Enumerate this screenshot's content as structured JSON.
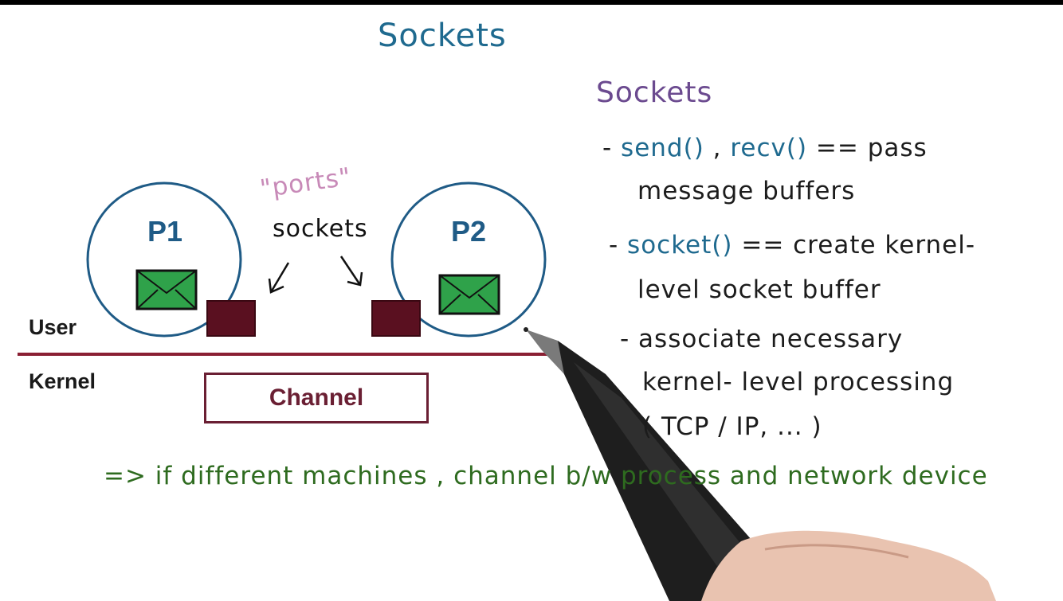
{
  "title": "Sockets",
  "notes": {
    "heading": "Sockets",
    "items": [
      {
        "dash": "-",
        "fn1": "send()",
        "sep": " , ",
        "fn2": "recv()",
        "rest": " == pass",
        "line2": "message buffers"
      },
      {
        "dash": "-",
        "fn": "socket()",
        "rest": " == create kernel-",
        "line2": "level socket buffer"
      },
      {
        "dash": "-",
        "line1": "associate necessary",
        "line2": "kernel- level processing",
        "line3": "( TCP / IP, ... )"
      }
    ]
  },
  "conclusion": "=> if different machines , channel b/w process and network device",
  "diagram": {
    "user_label": "User",
    "kernel_label": "Kernel",
    "channel_label": "Channel",
    "process_labels": [
      "P1",
      "P2"
    ],
    "ports_label": "\"ports\"",
    "sockets_label": "sockets"
  },
  "colors": {
    "title": "#1f6a8f",
    "heading": "#6b4a8f",
    "function_names": "#1f6a8f",
    "conclusion": "#2e6b1f",
    "process_circle": "#1f5b86",
    "socket_box": "#5a1020",
    "boundary_line": "#8a1f33",
    "envelope": "#2fa24a",
    "ports": "#c88ab8"
  }
}
